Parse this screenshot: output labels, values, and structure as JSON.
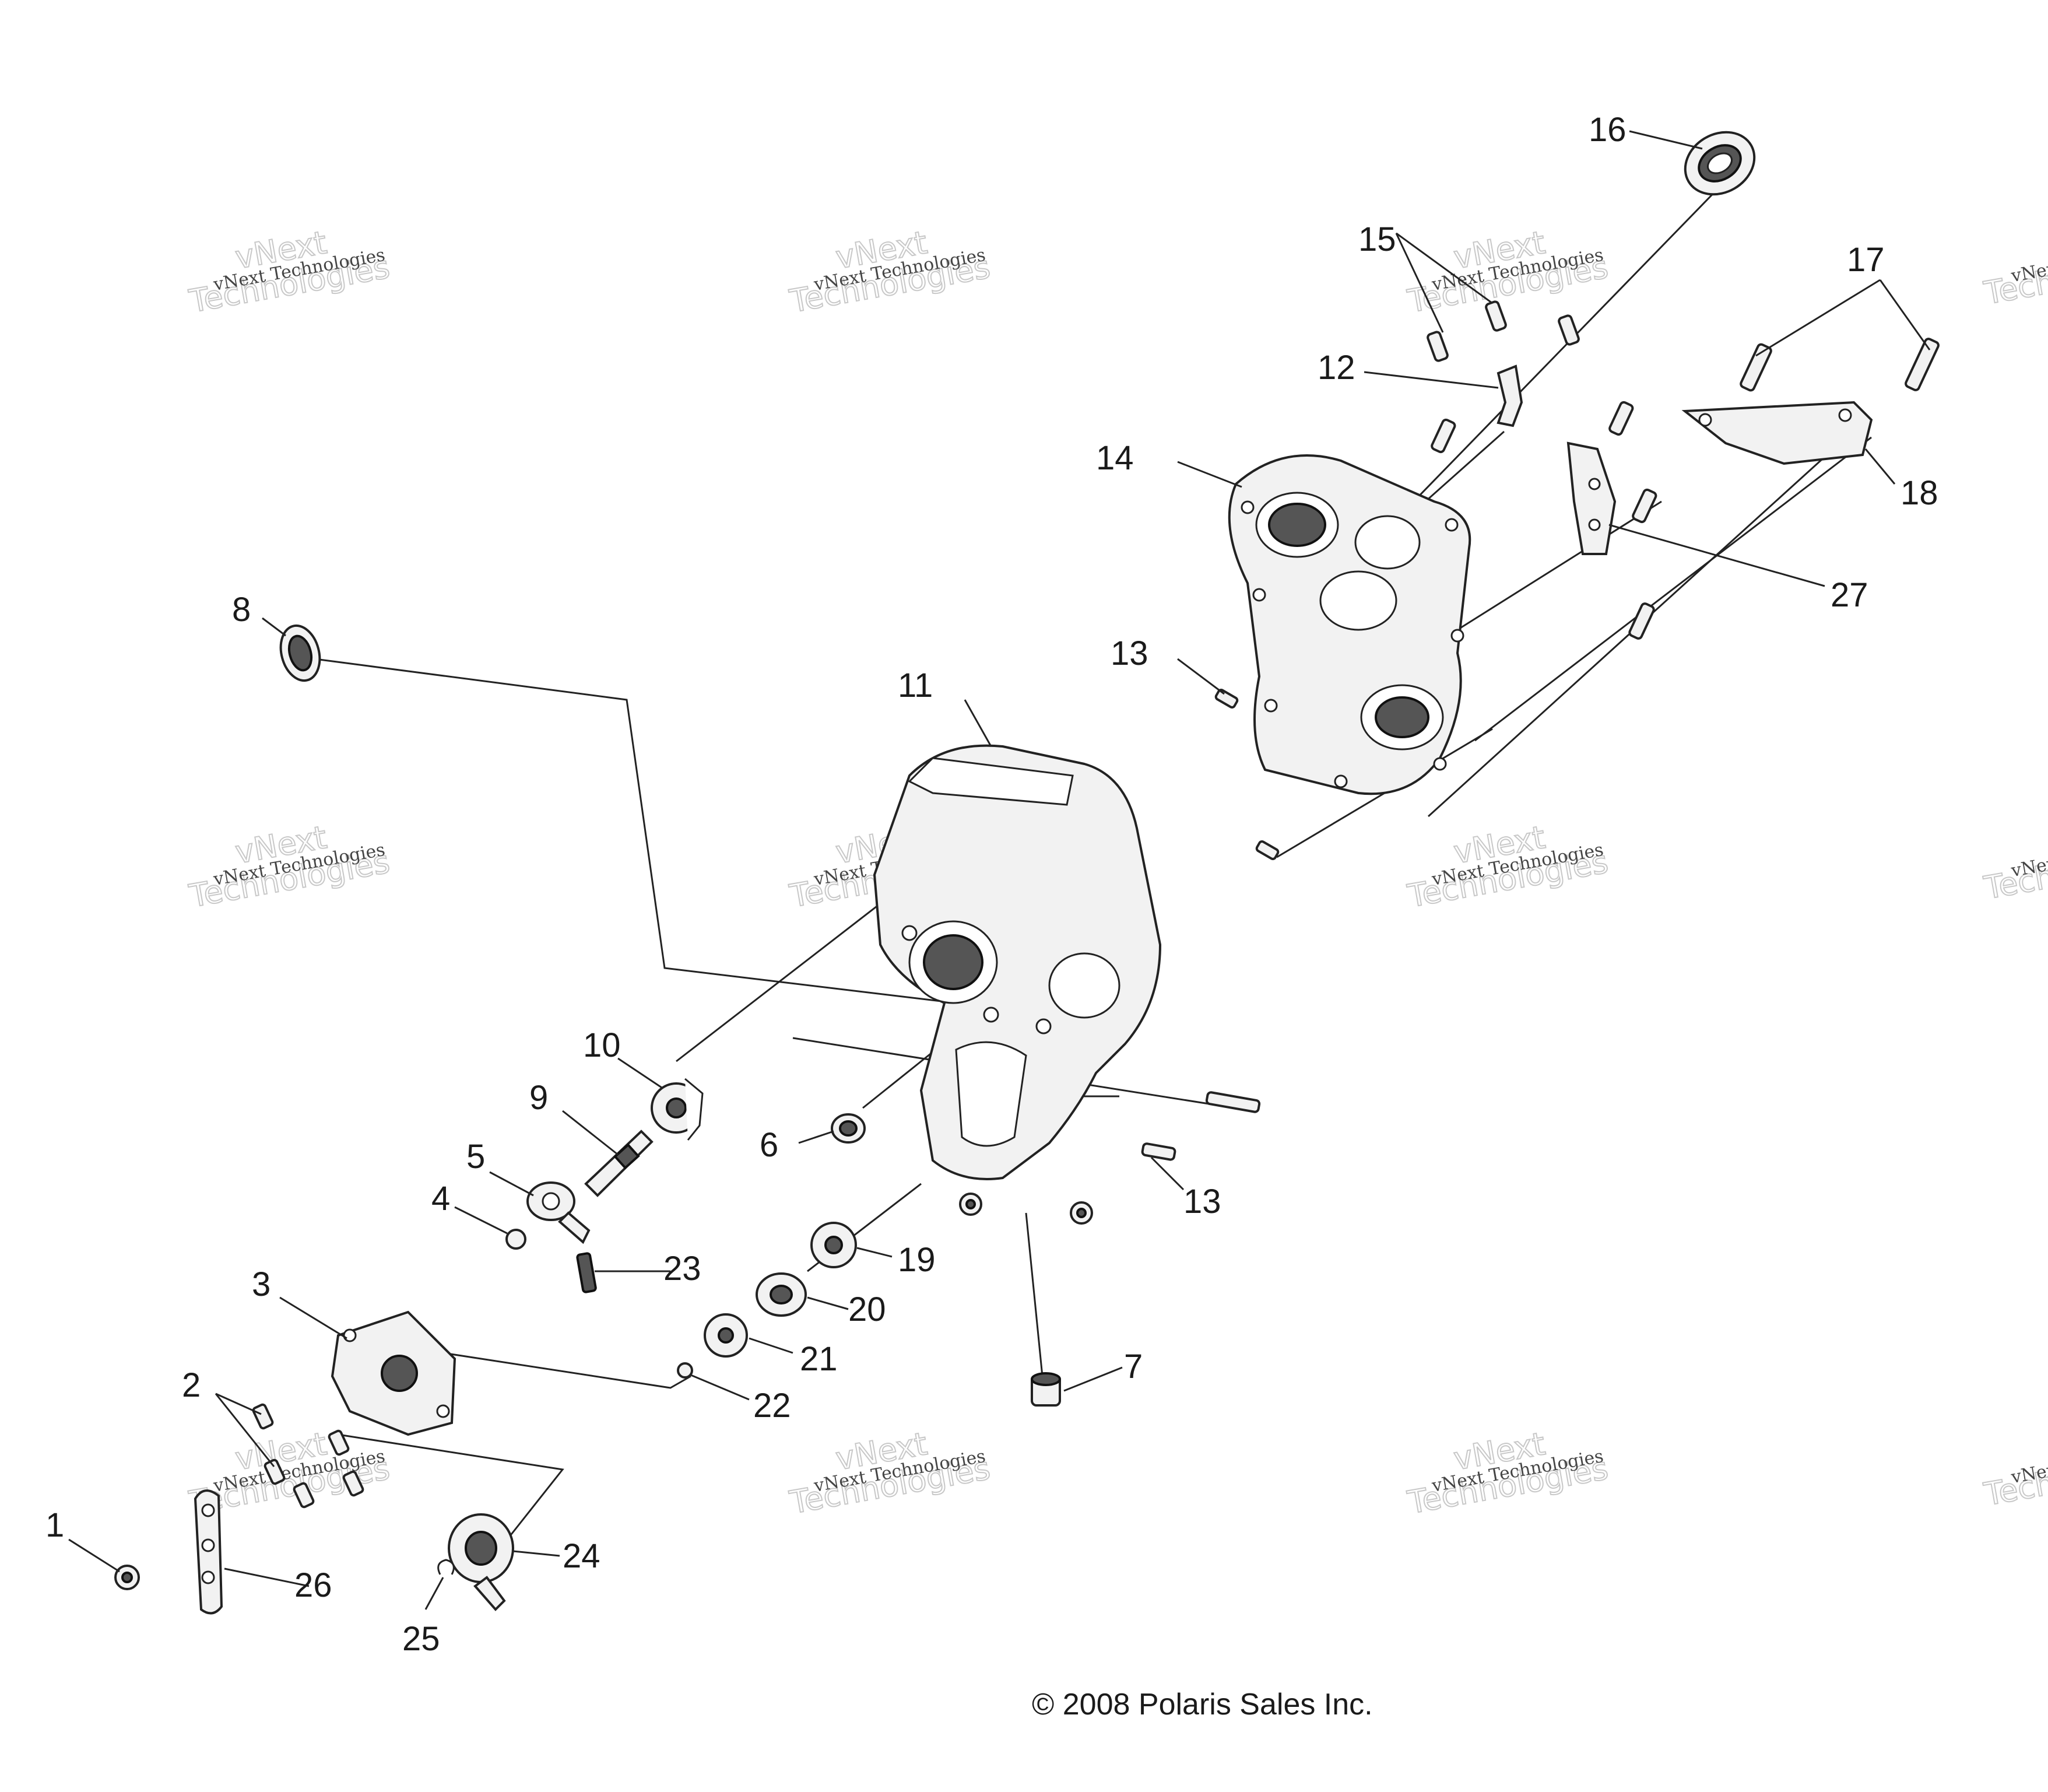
{
  "callouts": [
    "1",
    "2",
    "3",
    "4",
    "5",
    "6",
    "7",
    "8",
    "9",
    "10",
    "11",
    "12",
    "13",
    "13",
    "14",
    "15",
    "16",
    "17",
    "18",
    "19",
    "20",
    "21",
    "22",
    "23",
    "24",
    "25",
    "26",
    "27"
  ],
  "copyright": "© 2008 Polaris Sales Inc.",
  "watermark": {
    "company": "vNext Technologies",
    "word_a": "vNext",
    "word_b": "Technologies"
  }
}
